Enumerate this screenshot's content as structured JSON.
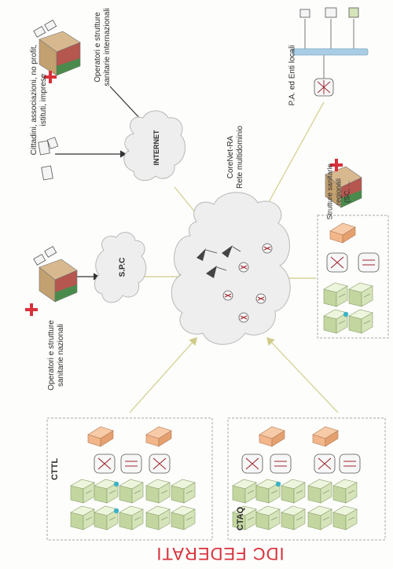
{
  "labels": {
    "naz": [
      "Operatori e strutture",
      "sanitarie nazionali"
    ],
    "cit": [
      "Cittadini, associazioni, no profit,",
      "istituti, imprese"
    ],
    "intl": [
      "Operatori e strutture",
      "sanitarie internazionali"
    ],
    "pa": "P.A. ed Enti locali",
    "reg": [
      "Strutture sanitarie",
      "regionali",
      "(SC, ..."
    ],
    "cloud_main": [
      "CoreNet-RA",
      "Rete multidominio"
    ],
    "spc": "S.P.C",
    "internet": "INTERNET",
    "cttl": "CTTL",
    "ctaq": "CTAQ",
    "title": "IDC FEDERATI"
  },
  "icons": [
    "cross-icon",
    "hospital-icon",
    "computer-icon",
    "cloud-icon",
    "router-icon",
    "switch-icon",
    "server-rack-icon",
    "storage-icon",
    "satellite-antenna-icon",
    "network-bus-icon",
    "arrow-icon"
  ],
  "colors": {
    "cross": "#d8303a",
    "title": "#d8303a",
    "cloud_fill": "#eeeeee",
    "cloud_stroke": "#b8b8b8",
    "server_fill": "#d6e4ba",
    "server_top": "#eef5dd",
    "storage": "#f2b68a",
    "router": "#9c2730",
    "bus": "#a9cde4",
    "arrow_dark": "#333333",
    "arrow_light": "#d7d49a",
    "box_border": "#a8a8a8"
  }
}
